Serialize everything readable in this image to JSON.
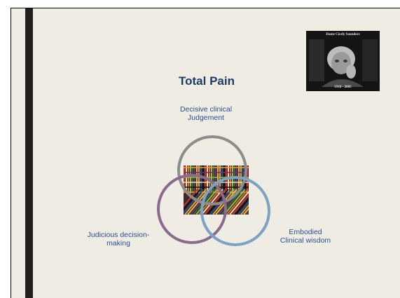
{
  "slide": {
    "title": "Total Pain",
    "portrait": {
      "caption_top": "Dame Cicely Saunders",
      "caption_bottom": "1918 - 2005"
    },
    "venn": {
      "top_label": "Decisive clinical\nJudgement",
      "left_label": "Judicious decision-\nmaking",
      "right_label": "Embodied\nClinical wisdom",
      "colors": {
        "top_circle": "#8c8c8c",
        "left_circle": "#8a6b8e",
        "right_circle": "#7aa3c4"
      }
    },
    "colors": {
      "title": "#1f3c64",
      "labels": "#2a4f8f",
      "background": "#efece4",
      "side_bar": "#231f20"
    }
  }
}
